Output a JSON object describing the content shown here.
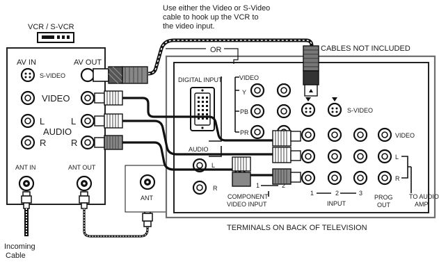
{
  "note": {
    "line1": "Use either the Video or S-Video",
    "line2": "cable to hook up the VCR to",
    "line3": "the video input."
  },
  "vcr": {
    "title": "VCR / S-VCR",
    "av_in": "AV IN",
    "av_out": "AV OUT",
    "s_video": "S-VIDEO",
    "video": "VIDEO",
    "l_left": "L",
    "l_right": "L",
    "audio": "AUDIO",
    "r_left": "R",
    "r_right": "R",
    "ant_in": "ANT  IN",
    "ant_out": "ANT  OUT"
  },
  "antenna": {
    "label": "ANT"
  },
  "incoming": {
    "line1": "Incoming",
    "line2": "Cable"
  },
  "or_label": "OR",
  "cables_note": "CABLES NOT INCLUDED",
  "tv": {
    "digital_input": "DIGITAL INPUT",
    "video": "VIDEO",
    "y": "Y",
    "pb": "PB",
    "pr": "PR",
    "s_video": "S-VIDEO",
    "video_row": "VIDEO",
    "audio": "AUDIO",
    "l_small": "L",
    "r_small": "R",
    "r_right": "R",
    "num1": "1",
    "num2": "2",
    "component": "COMPONENT",
    "video_input": "VIDEO INPUT",
    "in1": "1",
    "in2": "2",
    "in3": "3",
    "input": "INPUT",
    "prog": "PROG",
    "out": "OUT",
    "to_audio": "TO AUDIO",
    "amp": "AMP",
    "terminals": "TERMINALS ON BACK OF TELEVISION"
  }
}
